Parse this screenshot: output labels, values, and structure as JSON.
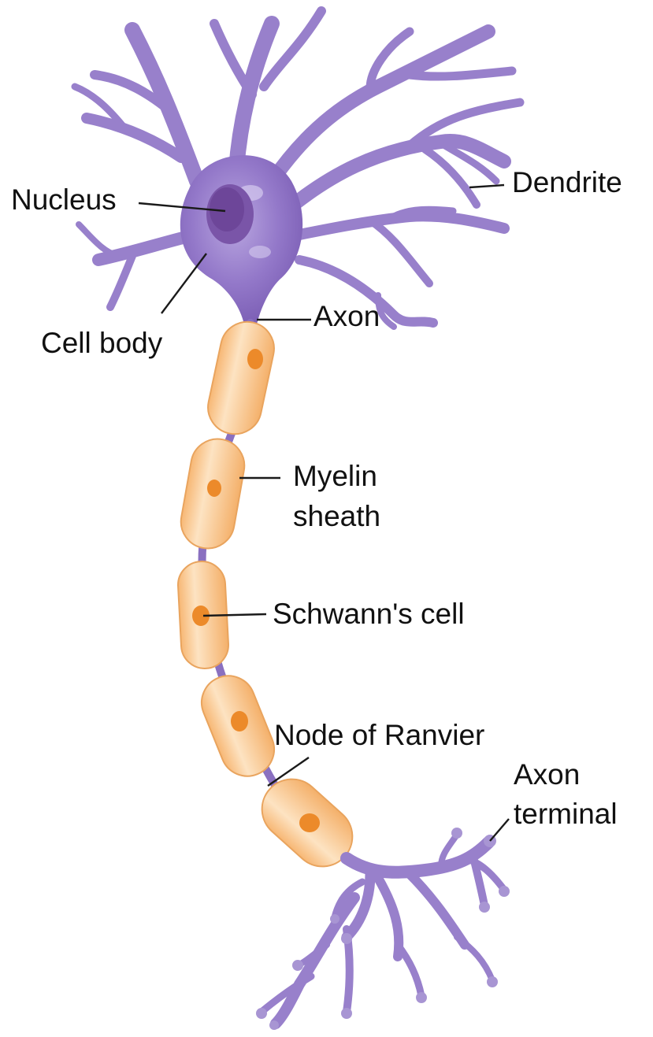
{
  "labels": {
    "nucleus": "Nucleus",
    "dendrite": "Dendrite",
    "cell_body": "Cell body",
    "axon": "Axon",
    "myelin_line1": "Myelin",
    "myelin_line2": "sheath",
    "schwann": "Schwann's cell",
    "node": "Node of Ranvier",
    "terminal_line1": "Axon",
    "terminal_line2": "terminal"
  },
  "colors": {
    "neuron": "#9b83cc",
    "neuron_dark": "#7e5fb8",
    "nucleus": "#6d4699",
    "sheath": "#f8c48a",
    "sheath_edge": "#e9a45e",
    "schwann_nucleus": "#ec8a2a",
    "text": "#111111"
  }
}
